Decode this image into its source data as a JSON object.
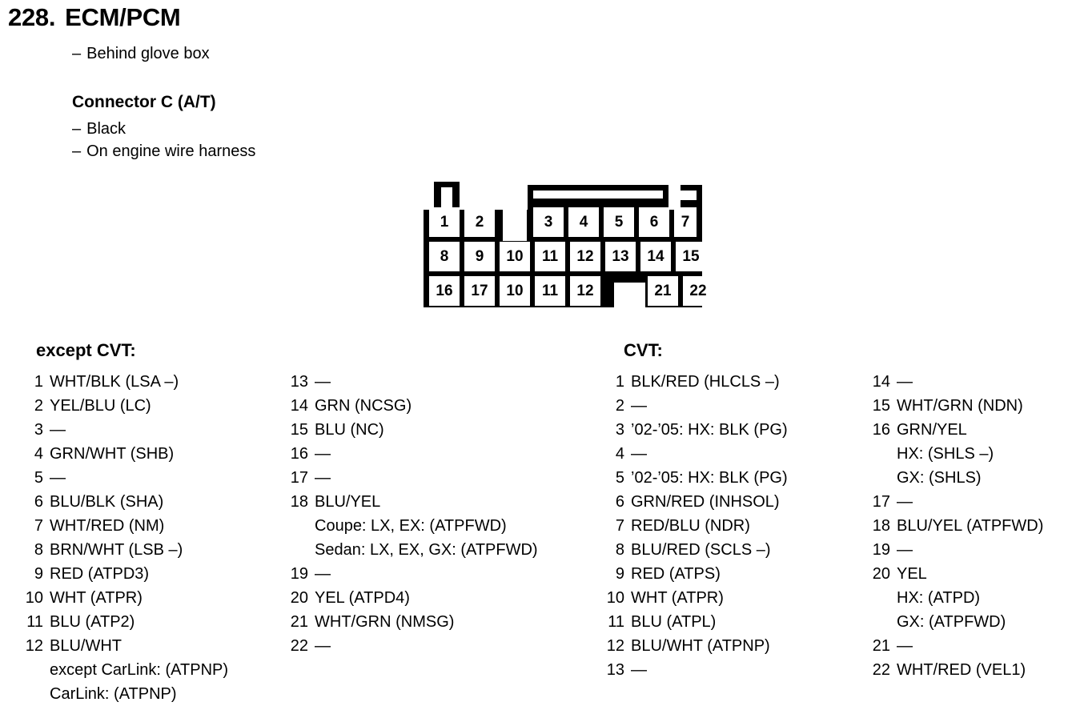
{
  "header": {
    "number": "228.",
    "title": "ECM/PCM",
    "location_note": "Behind glove box",
    "connector_heading": "Connector C (A/T)",
    "color_note": "Black",
    "harness_note": "On engine wire harness",
    "dash": "–"
  },
  "connector": {
    "rows": [
      [
        "1",
        "2",
        "",
        "3",
        "4",
        "5",
        "6",
        "7"
      ],
      [
        "8",
        "9",
        "10",
        "11",
        "12",
        "13",
        "14",
        "15"
      ],
      [
        "16",
        "17",
        "10",
        "11",
        "12",
        "",
        "21",
        "22"
      ]
    ]
  },
  "lists": {
    "except_cvt_header": "except CVT:",
    "cvt_header": "CVT:",
    "blank": "—",
    "except_cvt": [
      {
        "pin": "1",
        "desc": "WHT/BLK (LSA –)",
        "subs": []
      },
      {
        "pin": "2",
        "desc": "YEL/BLU (LC)",
        "subs": []
      },
      {
        "pin": "3",
        "desc": "—",
        "subs": []
      },
      {
        "pin": "4",
        "desc": "GRN/WHT (SHB)",
        "subs": []
      },
      {
        "pin": "5",
        "desc": "—",
        "subs": []
      },
      {
        "pin": "6",
        "desc": "BLU/BLK (SHA)",
        "subs": []
      },
      {
        "pin": "7",
        "desc": "WHT/RED (NM)",
        "subs": []
      },
      {
        "pin": "8",
        "desc": "BRN/WHT (LSB –)",
        "subs": []
      },
      {
        "pin": "9",
        "desc": "RED (ATPD3)",
        "subs": []
      },
      {
        "pin": "10",
        "desc": "WHT (ATPR)",
        "subs": []
      },
      {
        "pin": "11",
        "desc": "BLU (ATP2)",
        "subs": []
      },
      {
        "pin": "12",
        "desc": "BLU/WHT",
        "subs": [
          "except CarLink: (ATPNP)",
          "CarLink: (ATPNP)"
        ]
      },
      {
        "pin": "13",
        "desc": "—",
        "subs": []
      },
      {
        "pin": "14",
        "desc": "GRN (NCSG)",
        "subs": []
      },
      {
        "pin": "15",
        "desc": "BLU (NC)",
        "subs": []
      },
      {
        "pin": "16",
        "desc": "—",
        "subs": []
      },
      {
        "pin": "17",
        "desc": "—",
        "subs": []
      },
      {
        "pin": "18",
        "desc": "BLU/YEL",
        "subs": [
          "Coupe: LX, EX: (ATPFWD)",
          "Sedan: LX, EX, GX: (ATPFWD)"
        ]
      },
      {
        "pin": "19",
        "desc": "—",
        "subs": []
      },
      {
        "pin": "20",
        "desc": "YEL (ATPD4)",
        "subs": []
      },
      {
        "pin": "21",
        "desc": "WHT/GRN (NMSG)",
        "subs": []
      },
      {
        "pin": "22",
        "desc": "—",
        "subs": []
      }
    ],
    "cvt": [
      {
        "pin": "1",
        "desc": "BLK/RED (HLCLS –)",
        "subs": []
      },
      {
        "pin": "2",
        "desc": "—",
        "subs": []
      },
      {
        "pin": "3",
        "desc": "’02-’05: HX: BLK (PG)",
        "subs": []
      },
      {
        "pin": "4",
        "desc": "—",
        "subs": []
      },
      {
        "pin": "5",
        "desc": "’02-’05: HX: BLK (PG)",
        "subs": []
      },
      {
        "pin": "6",
        "desc": "GRN/RED (INHSOL)",
        "subs": []
      },
      {
        "pin": "7",
        "desc": "RED/BLU (NDR)",
        "subs": []
      },
      {
        "pin": "8",
        "desc": "BLU/RED (SCLS –)",
        "subs": []
      },
      {
        "pin": "9",
        "desc": "RED (ATPS)",
        "subs": []
      },
      {
        "pin": "10",
        "desc": "WHT (ATPR)",
        "subs": []
      },
      {
        "pin": "11",
        "desc": "BLU (ATPL)",
        "subs": []
      },
      {
        "pin": "12",
        "desc": "BLU/WHT (ATPNP)",
        "subs": []
      },
      {
        "pin": "13",
        "desc": "—",
        "subs": []
      },
      {
        "pin": "14",
        "desc": "—",
        "subs": []
      },
      {
        "pin": "15",
        "desc": "WHT/GRN (NDN)",
        "subs": []
      },
      {
        "pin": "16",
        "desc": "GRN/YEL",
        "subs": [
          "HX: (SHLS –)",
          "GX: (SHLS)"
        ]
      },
      {
        "pin": "17",
        "desc": "—",
        "subs": []
      },
      {
        "pin": "18",
        "desc": "BLU/YEL (ATPFWD)",
        "subs": []
      },
      {
        "pin": "19",
        "desc": "—",
        "subs": []
      },
      {
        "pin": "20",
        "desc": "YEL",
        "subs": [
          "HX: (ATPD)",
          "GX: (ATPFWD)"
        ]
      },
      {
        "pin": "21",
        "desc": "—",
        "subs": []
      },
      {
        "pin": "22",
        "desc": "WHT/RED (VEL1)",
        "subs": []
      }
    ]
  }
}
